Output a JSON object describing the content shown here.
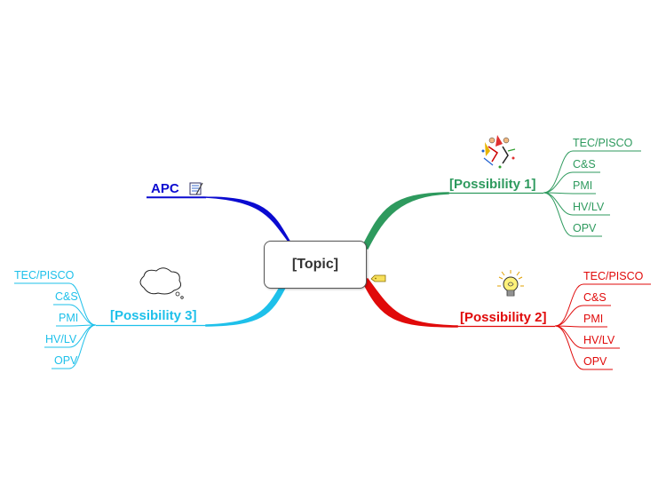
{
  "topic": {
    "label": "[Topic]"
  },
  "colors": {
    "apc": "#0b0bd0",
    "possibility1": "#2e9a5e",
    "possibility2": "#e00a0a",
    "possibility3": "#1ec0ea"
  },
  "branches": {
    "apc": {
      "label": "APC",
      "icon": "notepad-icon"
    },
    "possibility1": {
      "label": "[Possibility 1]",
      "icon": "confetti-people-icon",
      "children": [
        "TEC/PISCO",
        "C&S",
        "PMI",
        "HV/LV",
        "OPV"
      ]
    },
    "possibility2": {
      "label": "[Possibility 2]",
      "icon": "lightbulb-icon",
      "children": [
        "TEC/PISCO",
        "C&S",
        "PMI",
        "HV/LV",
        "OPV"
      ]
    },
    "possibility3": {
      "label": "[Possibility 3]",
      "icon": "thought-cloud-icon",
      "children": [
        "TEC/PISCO",
        "C&S",
        "PMI",
        "HV/LV",
        "OPV"
      ]
    }
  },
  "topic_marker": {
    "icon": "tag-icon"
  }
}
